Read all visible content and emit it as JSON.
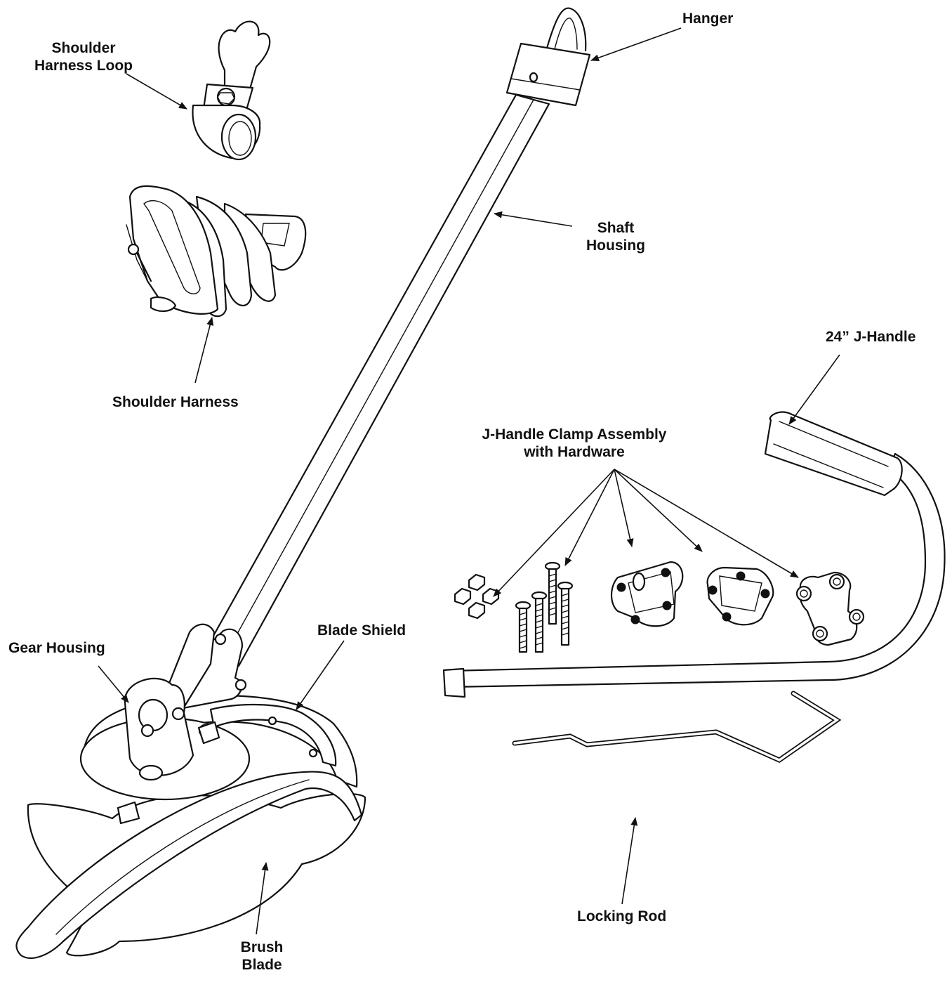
{
  "labels": {
    "hanger": {
      "text": "Hanger"
    },
    "shoulder_harness_loop": {
      "line1": "Shoulder",
      "line2": "Harness Loop"
    },
    "shaft_housing": {
      "line1": "Shaft",
      "line2": "Housing"
    },
    "shoulder_harness": {
      "text": "Shoulder Harness"
    },
    "j_handle": {
      "text": "24” J-Handle"
    },
    "clamp_assembly": {
      "line1": "J-Handle Clamp Assembly",
      "line2": "with Hardware"
    },
    "gear_housing": {
      "text": "Gear Housing"
    },
    "blade_shield": {
      "text": "Blade Shield"
    },
    "locking_rod": {
      "text": "Locking Rod"
    },
    "brush_blade": {
      "line1": "Brush",
      "line2": "Blade"
    }
  },
  "colors": {
    "ink": "#111111",
    "background": "#ffffff"
  }
}
